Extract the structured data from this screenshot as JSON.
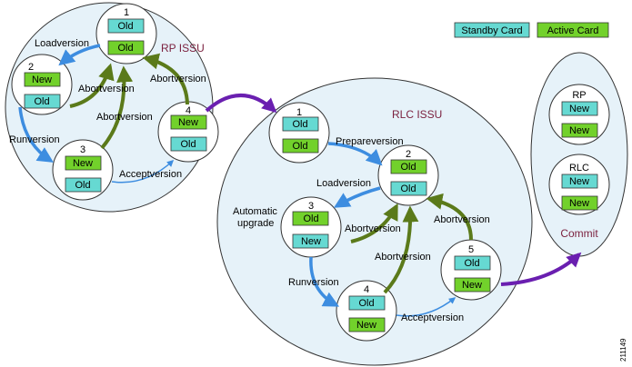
{
  "legend": {
    "standby": "Standby Card",
    "active": "Active Card"
  },
  "colors": {
    "region_fill": "#e6f2f9",
    "standby_fill": "#66d9d2",
    "active_fill": "#72d12b",
    "green_arrow": "#5b7a1a",
    "blue_arrow": "#3d8de0",
    "purple_arrow": "#6a1fb0",
    "title_text": "#7a1f3d"
  },
  "rp_issu": {
    "title": "RP ISSU",
    "states": [
      {
        "num": "1",
        "top": "Old",
        "bottom": "Old"
      },
      {
        "num": "2",
        "top": "New",
        "bottom": "Old"
      },
      {
        "num": "3",
        "top": "New",
        "bottom": "Old"
      },
      {
        "num": "4",
        "top": "New",
        "bottom": "Old"
      }
    ],
    "labels": {
      "loadversion": "Loadversion",
      "abortversion_1": "Abortversion",
      "abortversion_2": "Abortversion",
      "abortversion_3": "Abortversion",
      "runversion": "Runversion",
      "acceptversion": "Acceptversion"
    }
  },
  "rlc_issu": {
    "title": "RLC ISSU",
    "states": [
      {
        "num": "1",
        "top": "Old",
        "bottom": "Old"
      },
      {
        "num": "2",
        "top": "Old",
        "bottom": "Old"
      },
      {
        "num": "3",
        "top": "Old",
        "bottom": "New"
      },
      {
        "num": "4",
        "top": "Old",
        "bottom": "New"
      },
      {
        "num": "5",
        "top": "Old",
        "bottom": "New"
      }
    ],
    "labels": {
      "prepareversion": "Prepareversion",
      "loadversion": "Loadversion",
      "automatic_upgrade_line1": "Automatic",
      "automatic_upgrade_line2": "upgrade",
      "abortversion_1": "Abortversion",
      "abortversion_2": "Abortversion",
      "abortversion_3": "Abortversion",
      "runversion": "Runversion",
      "acceptversion": "Acceptversion"
    }
  },
  "commit": {
    "rp_label": "RP",
    "rp_top": "New",
    "rp_bottom": "New",
    "rlc_label": "RLC",
    "rlc_top": "New",
    "rlc_bottom": "New",
    "label": "Commit"
  },
  "figure_id": "211149"
}
